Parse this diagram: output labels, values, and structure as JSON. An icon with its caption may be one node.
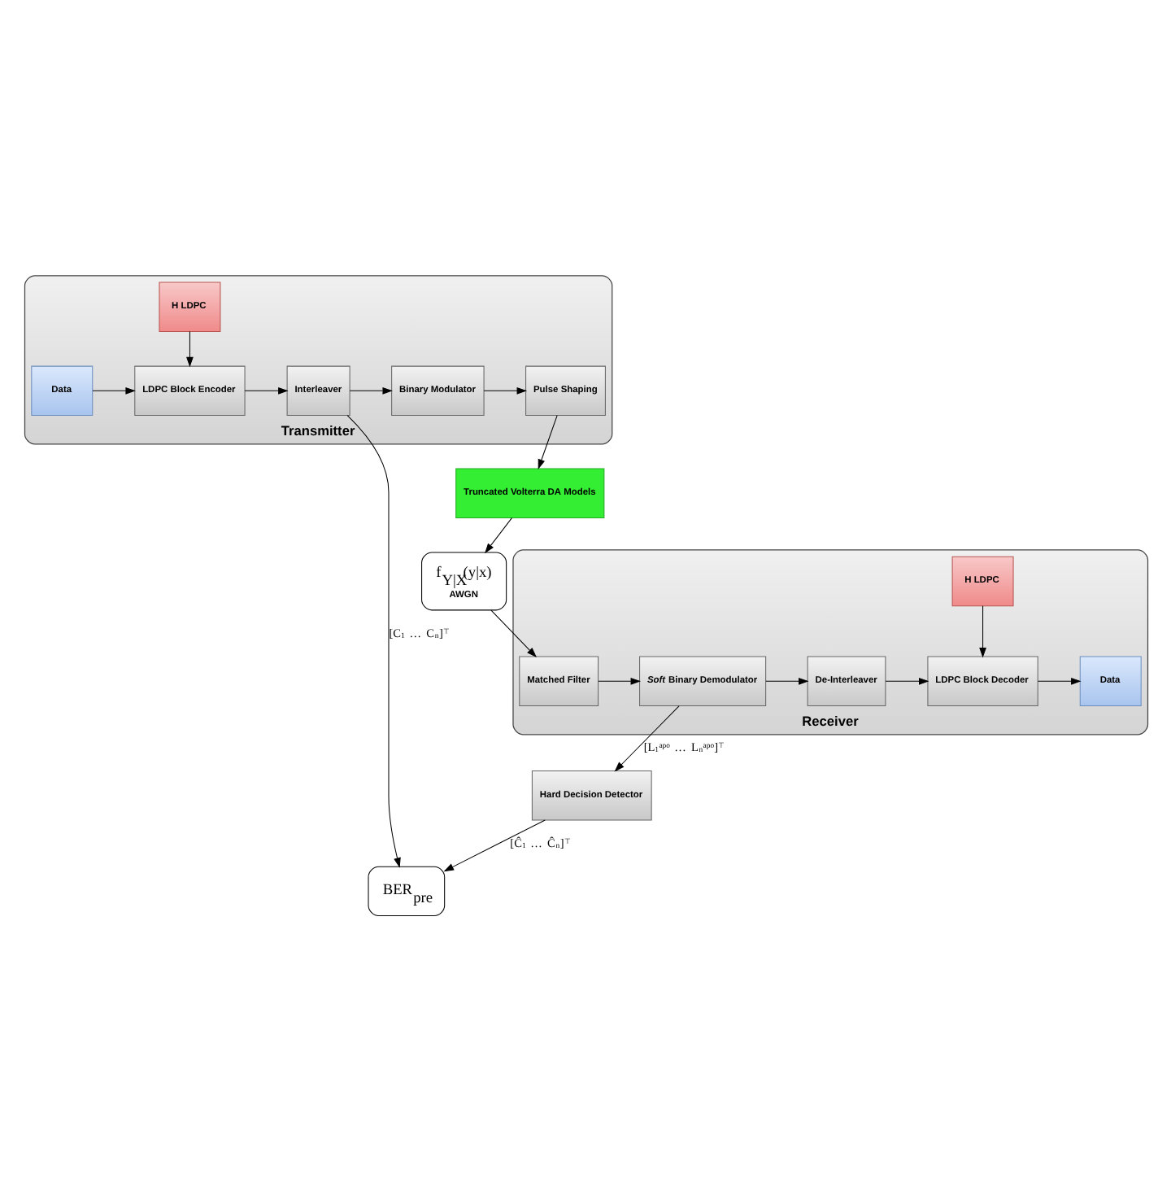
{
  "diagram": {
    "nodes": [
      {
        "text": [
          "Transmitter"
        ]
      },
      {
        "text": [
          "H LDPC"
        ],
        "in": 0
      },
      {
        "text": [
          "Data"
        ],
        "in": 0
      },
      {
        "text": [
          "LDPC Block Encoder"
        ],
        "in": 0
      },
      {
        "text": [
          "Interleaver"
        ],
        "in": 0
      },
      {
        "text": [
          "Binary Modulator"
        ],
        "in": 0
      },
      {
        "text": [
          "Pulse Shaping"
        ],
        "in": 0
      },
      {
        "text": [
          "BER$_{pre}$"
        ]
      },
      {
        "text": [
          "Truncated Volterra DA Models"
        ]
      },
      {
        "text": [
          "f$_{Y|X}$(y|x)",
          "AWGN"
        ]
      },
      {
        "text": [
          "Hard Decision Detector"
        ]
      },
      {
        "text": [
          "Receiver"
        ]
      },
      {
        "text": [
          "Data"
        ],
        "in": 11
      },
      {
        "text": [
          "LDPC Block Decoder"
        ],
        "in": 11
      },
      {
        "text": [
          "De-Interleaver"
        ],
        "in": 11
      },
      {
        "text": [
          "*Soft* Binary Demodulator"
        ],
        "in": 11
      },
      {
        "text": [
          "Matched Filter"
        ],
        "in": 11
      },
      {
        "text": [
          "H LDPC"
        ],
        "in": 11
      }
    ],
    "edges": [
      {
        "from": 1,
        "to": 3,
        "arrow": "to"
      },
      {
        "from": 2,
        "to": 3,
        "arrow": "to"
      },
      {
        "from": 3,
        "to": 4,
        "arrow": "to"
      },
      {
        "from": 4,
        "to": 5,
        "arrow": "to"
      },
      {
        "from": 5,
        "to": 6,
        "arrow": "to"
      },
      {
        "from": 4,
        "to": 7,
        "arrow": "to",
        "label": "[C$_{1}$ … C$_{n}$]$^{⊤}$"
      },
      {
        "from": 6,
        "to": 8,
        "arrow": "to"
      },
      {
        "from": 8,
        "to": 9,
        "arrow": "to"
      },
      {
        "from": 9,
        "to": 16,
        "arrow": "to"
      },
      {
        "from": 16,
        "to": 15,
        "arrow": "to"
      },
      {
        "from": 15,
        "to": 10,
        "arrow": "to",
        "label": "[L$_{1}$$^{apo}$ … L$_{n}$$^{apo}$]$^{⊤}$"
      },
      {
        "from": 10,
        "to": 7,
        "arrow": "to",
        "label": "[Ĉ$_{1}$ … Ĉ$_{n}$]$^{⊤}$"
      },
      {
        "from": 15,
        "to": 14,
        "arrow": "to"
      },
      {
        "from": 14,
        "to": 13,
        "arrow": "to"
      },
      {
        "from": 13,
        "to": 12,
        "arrow": "to"
      },
      {
        "from": 17,
        "to": 13,
        "arrow": "to"
      }
    ]
  }
}
